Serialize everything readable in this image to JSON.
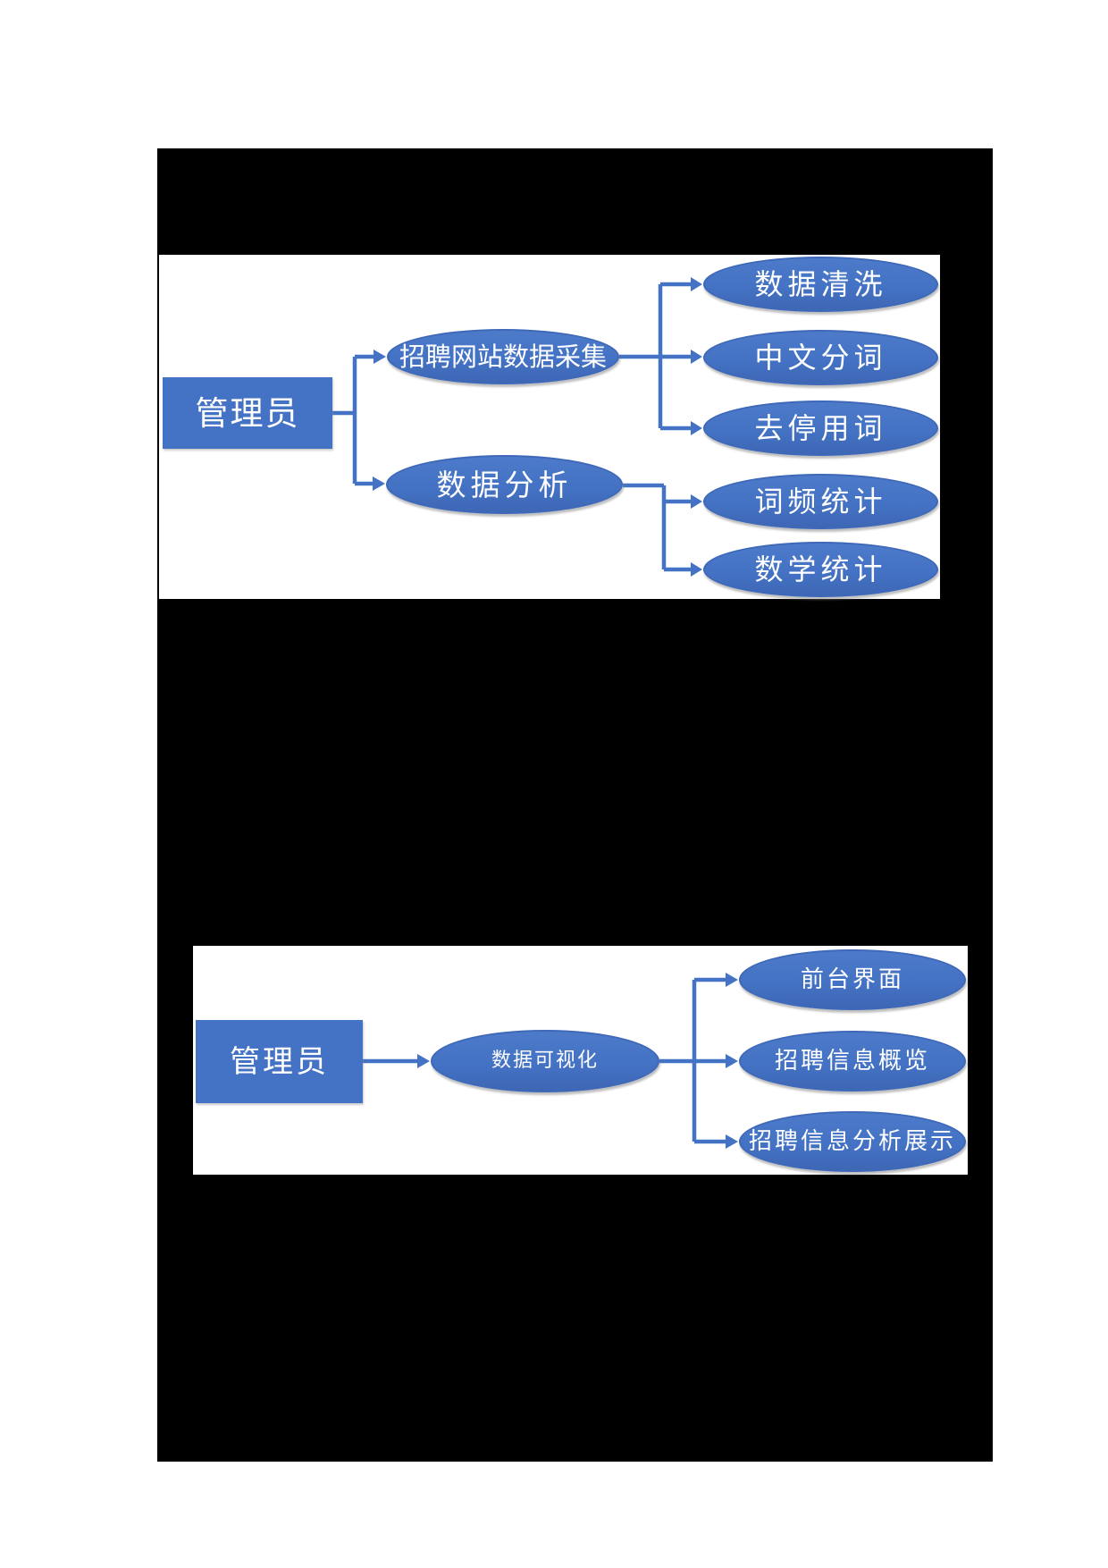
{
  "colors": {
    "page_background": "#FFFFFF",
    "black_region": "#000000",
    "shape_fill": "#4472C4",
    "shape_border": "#3E68B8",
    "connector": "#4472C4",
    "text": "#FFFFFF"
  },
  "diagram1": {
    "actor": "管理员",
    "branches": [
      {
        "label": "招聘网站数据采集",
        "children": [
          "数据清洗",
          "中文分词",
          "去停用词"
        ]
      },
      {
        "label": "数据分析",
        "children": [
          "词频统计",
          "数学统计"
        ]
      }
    ]
  },
  "diagram2": {
    "actor": "管理员",
    "node": "数据可视化",
    "children": [
      "前台界面",
      "招聘信息概览",
      "招聘信息分析展示"
    ]
  }
}
